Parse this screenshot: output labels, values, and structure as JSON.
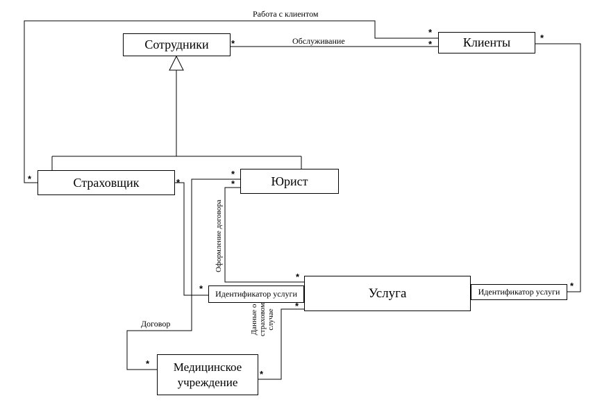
{
  "classes": {
    "employees": "Сотрудники",
    "clients": "Клиенты",
    "insurer": "Страховщик",
    "lawyer": "Юрист",
    "service": "Услуга",
    "medical_line1": "Медицинское",
    "medical_line2": "учреждение"
  },
  "qualifiers": {
    "left": "Идентификатор услуги",
    "right": "Идентификатор услуги"
  },
  "associations": {
    "client_work": "Работа с клиентом",
    "servicing": "Обслуживание",
    "contract_drafting": "Оформление договора",
    "contract": "Договор",
    "insured_event_line1": "Данные о",
    "insured_event_line2": "страховом",
    "insured_event_line3": "случае"
  },
  "multiplicity": "*"
}
